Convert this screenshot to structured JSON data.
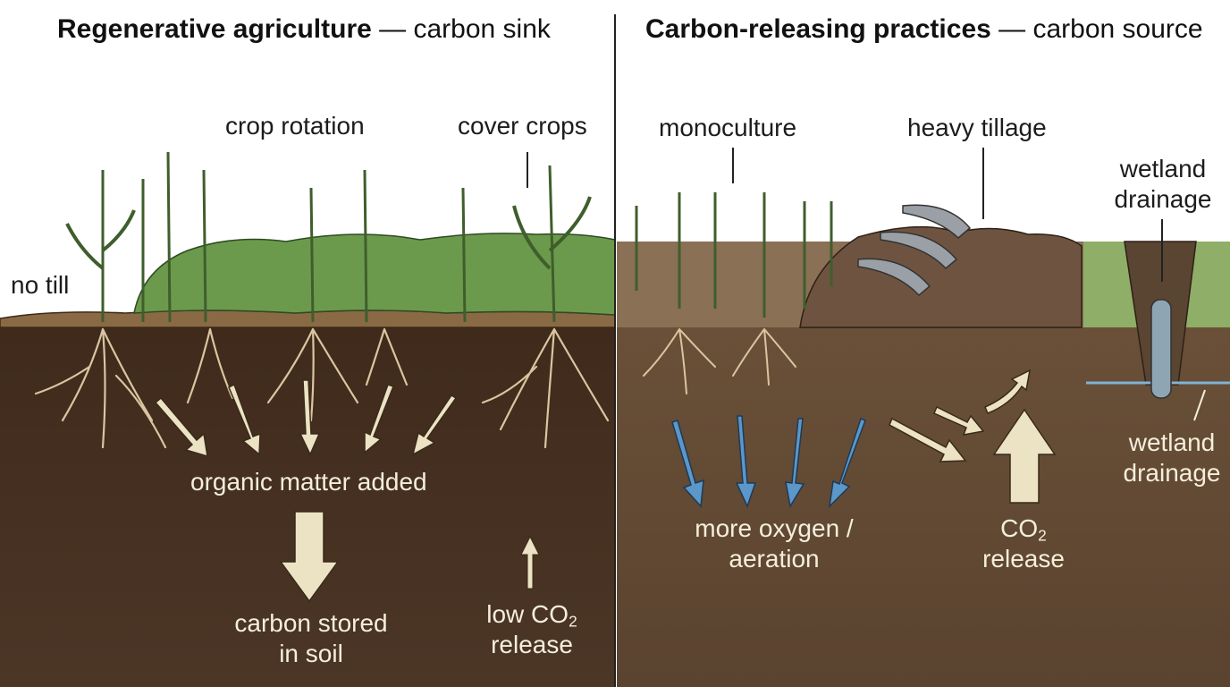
{
  "panels": {
    "left": {
      "title_bold": "Regenerative agriculture",
      "title_rest": " — carbon sink",
      "labels": {
        "no_till": "no till",
        "crop_rotation": "crop rotation",
        "cover_crops": "cover crops",
        "organic_matter": "organic matter added",
        "carbon_stored_1": "carbon stored",
        "carbon_stored_2": "in soil",
        "low_co2_prefix": "low CO",
        "low_co2_sub": "2",
        "low_co2_line2": "release"
      }
    },
    "right": {
      "title_bold": "Carbon-releasing practices",
      "title_rest": " — carbon source",
      "labels": {
        "monoculture": "monoculture",
        "heavy_tillage": "heavy tillage",
        "wetland_drainage_top_1": "wetland",
        "wetland_drainage_top_2": "drainage",
        "wetland_drainage_bottom_1": "wetland",
        "wetland_drainage_bottom_2": "drainage",
        "oxygen_1": "more oxygen /",
        "oxygen_2": "aeration",
        "co2_prefix": "CO",
        "co2_sub": "2",
        "co2_line2": "release"
      }
    }
  },
  "colors": {
    "soil_left": "#4a3323",
    "soil_right": "#5c4330",
    "grass": "#6b9a4c",
    "root": "#d9c6a0",
    "arrow_cream": "#ece3c4",
    "arrow_blue": "#5b97c9",
    "pipe": "#8ea5b4"
  }
}
